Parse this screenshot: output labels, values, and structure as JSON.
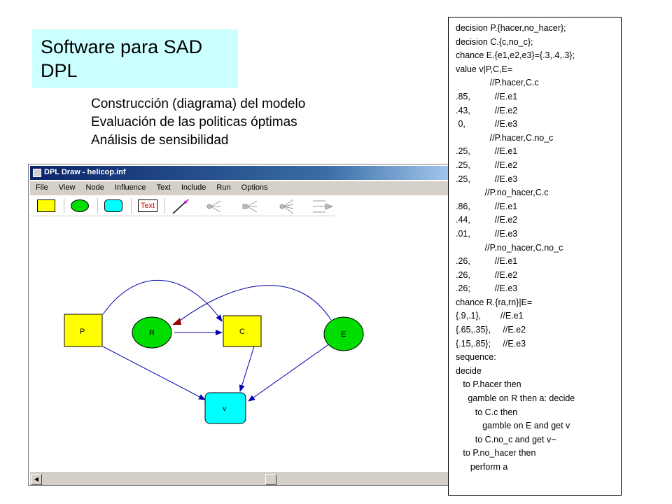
{
  "slide": {
    "title_lines": [
      "Software para SAD",
      "DPL"
    ],
    "bullets": [
      "Construcción (diagrama) del modelo",
      "Evaluación de las politicas óptimas",
      "Análisis de sensibilidad"
    ]
  },
  "window": {
    "title": "DPL Draw - helicop.inf",
    "menu": [
      "File",
      "View",
      "Node",
      "Influence",
      "Text",
      "Include",
      "Run",
      "Options"
    ],
    "toolbar": {
      "text_tool_label": "Text",
      "tools": [
        "decision-node-icon",
        "chance-node-icon",
        "value-node-icon",
        "text-tool-icon",
        "arc-tool-icon",
        "tree-icon",
        "tree-icon",
        "tree-icon",
        "tree-icon"
      ]
    },
    "nodes": [
      {
        "id": "P",
        "label": "P",
        "kind": "decision"
      },
      {
        "id": "R",
        "label": "R",
        "kind": "chance"
      },
      {
        "id": "C",
        "label": "C",
        "kind": "decision"
      },
      {
        "id": "E",
        "label": "E",
        "kind": "chance"
      },
      {
        "id": "v",
        "label": "v",
        "kind": "value"
      }
    ]
  },
  "code_lines": [
    "decision P.{hacer,no_hacer};",
    "decision C.{c,no_c};",
    "chance E.{e1,e2,e3}={.3,.4,.3};",
    "value v|P,C,E=",
    "              //P.hacer,C.c",
    ".85,          //E.e1",
    ".43,          //E.e2",
    " 0,            //E.e3",
    "              //P.hacer,C.no_c",
    ".25,          //E.e1",
    ".25,          //E.e2",
    ".25,          //E.e3",
    "            //P.no_hacer,C.c",
    ".86,          //E.e1",
    ".44,          //E.e2",
    ".01,          //E.e3",
    "            //P.no_hacer,C.no_c",
    ".26,          //E.e1",
    ".26,          //E.e2",
    ".26;          //E.e3",
    "chance R.{ra,rn}|E=",
    "{.9,.1},        //E.e1",
    "{.65,.35},     //E.e2",
    "{.15,.85};     //E.e3",
    "",
    "sequence:",
    "",
    "decide",
    "   to P.hacer then",
    "     gamble on R then a: decide",
    "        to C.c then",
    "           gamble on E and get v",
    "        to C.no_c and get v~",
    "   to P.no_hacer then",
    "      perform a"
  ],
  "colors": {
    "title_bg": "#ccffff",
    "decision": "#ffff00",
    "chance": "#00dd00",
    "value": "#00ffff",
    "arc": "#0000aa",
    "arc_head_red": "#990000"
  }
}
